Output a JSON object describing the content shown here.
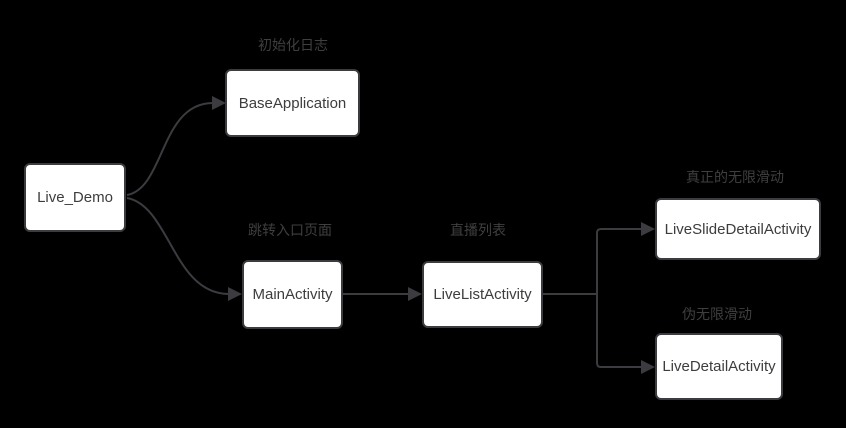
{
  "canvas": {
    "background_color": "#000000",
    "edge_color": "#3b3b40",
    "node_fill_color": "#ffffff",
    "node_border_color": "#3b3b40",
    "node_text_color": "#3d3d3d",
    "annotation_text_color": "#3f3f3f"
  },
  "nodes": [
    {
      "id": "live-demo",
      "label": "Live_Demo"
    },
    {
      "id": "base-application",
      "label": "BaseApplication"
    },
    {
      "id": "main-activity",
      "label": "MainActivity"
    },
    {
      "id": "live-list-activity",
      "label": "LiveListActivity"
    },
    {
      "id": "live-slide-detail-activity",
      "label": "LiveSlideDetailActivity"
    },
    {
      "id": "live-detail-activity",
      "label": "LiveDetailActivity"
    }
  ],
  "annotations": [
    {
      "id": "init-log",
      "text": "初始化日志",
      "target": "base-application"
    },
    {
      "id": "jump-entry",
      "text": "跳转入口页面",
      "target": "main-activity"
    },
    {
      "id": "live-list",
      "text": "直播列表",
      "target": "live-list-activity"
    },
    {
      "id": "real-infinite",
      "text": "真正的无限滑动",
      "target": "live-slide-detail-activity"
    },
    {
      "id": "pseudo-infinite",
      "text": "伪无限滑动",
      "target": "live-detail-activity"
    }
  ],
  "edges": [
    {
      "from": "live-demo",
      "to": "base-application"
    },
    {
      "from": "live-demo",
      "to": "main-activity"
    },
    {
      "from": "main-activity",
      "to": "live-list-activity"
    },
    {
      "from": "live-list-activity",
      "to": "live-slide-detail-activity"
    },
    {
      "from": "live-list-activity",
      "to": "live-detail-activity"
    }
  ]
}
